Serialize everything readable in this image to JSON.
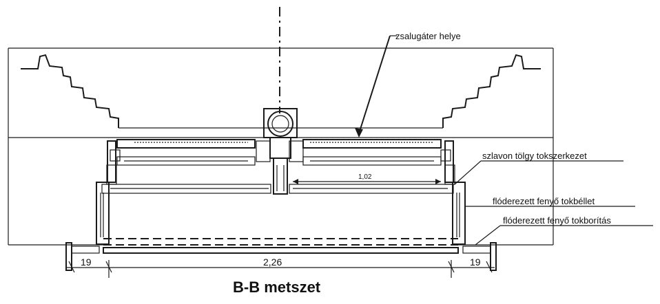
{
  "labels": {
    "shutter": "zsalugáter helye",
    "frame": "szlavon tölgy tokszerkezet",
    "lining": "flóderezett fenyő tokbéllet",
    "casing": "flóderezett fenyő tokborítás"
  },
  "dimensions": {
    "left": "19",
    "center": "2,26",
    "right": "19",
    "inner": "1,02"
  },
  "caption": "B-B metszet",
  "colors": {
    "ink": "#1a1a1a",
    "paper": "#ffffff"
  }
}
